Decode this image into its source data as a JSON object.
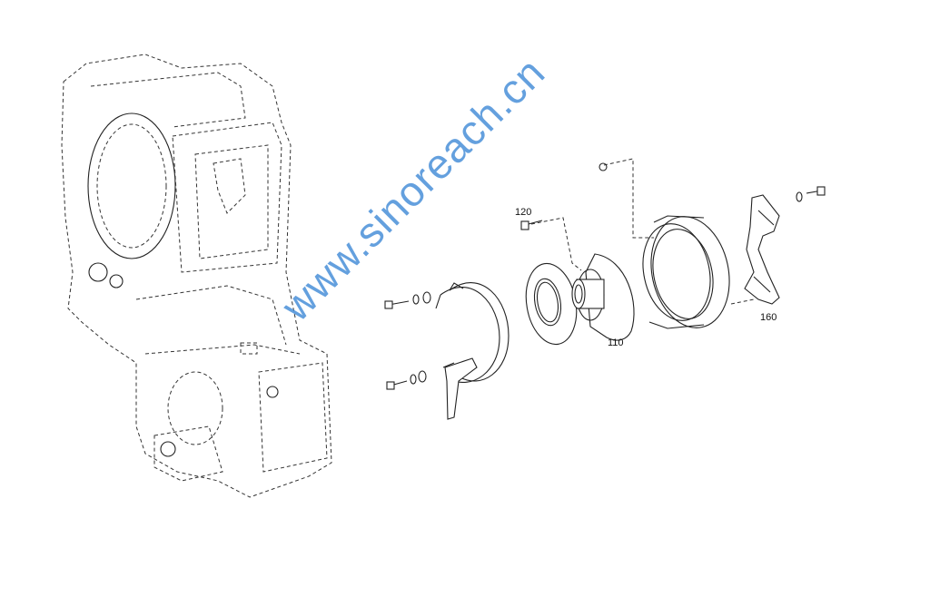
{
  "diagram": {
    "callouts": [
      {
        "id": "120",
        "part": "bolt"
      },
      {
        "id": "110",
        "part": "hub-flange"
      },
      {
        "id": "160",
        "part": "shoe-segment"
      }
    ],
    "watermark": "www.sinoreach.cn",
    "watermark_color": "#4a90d9"
  }
}
